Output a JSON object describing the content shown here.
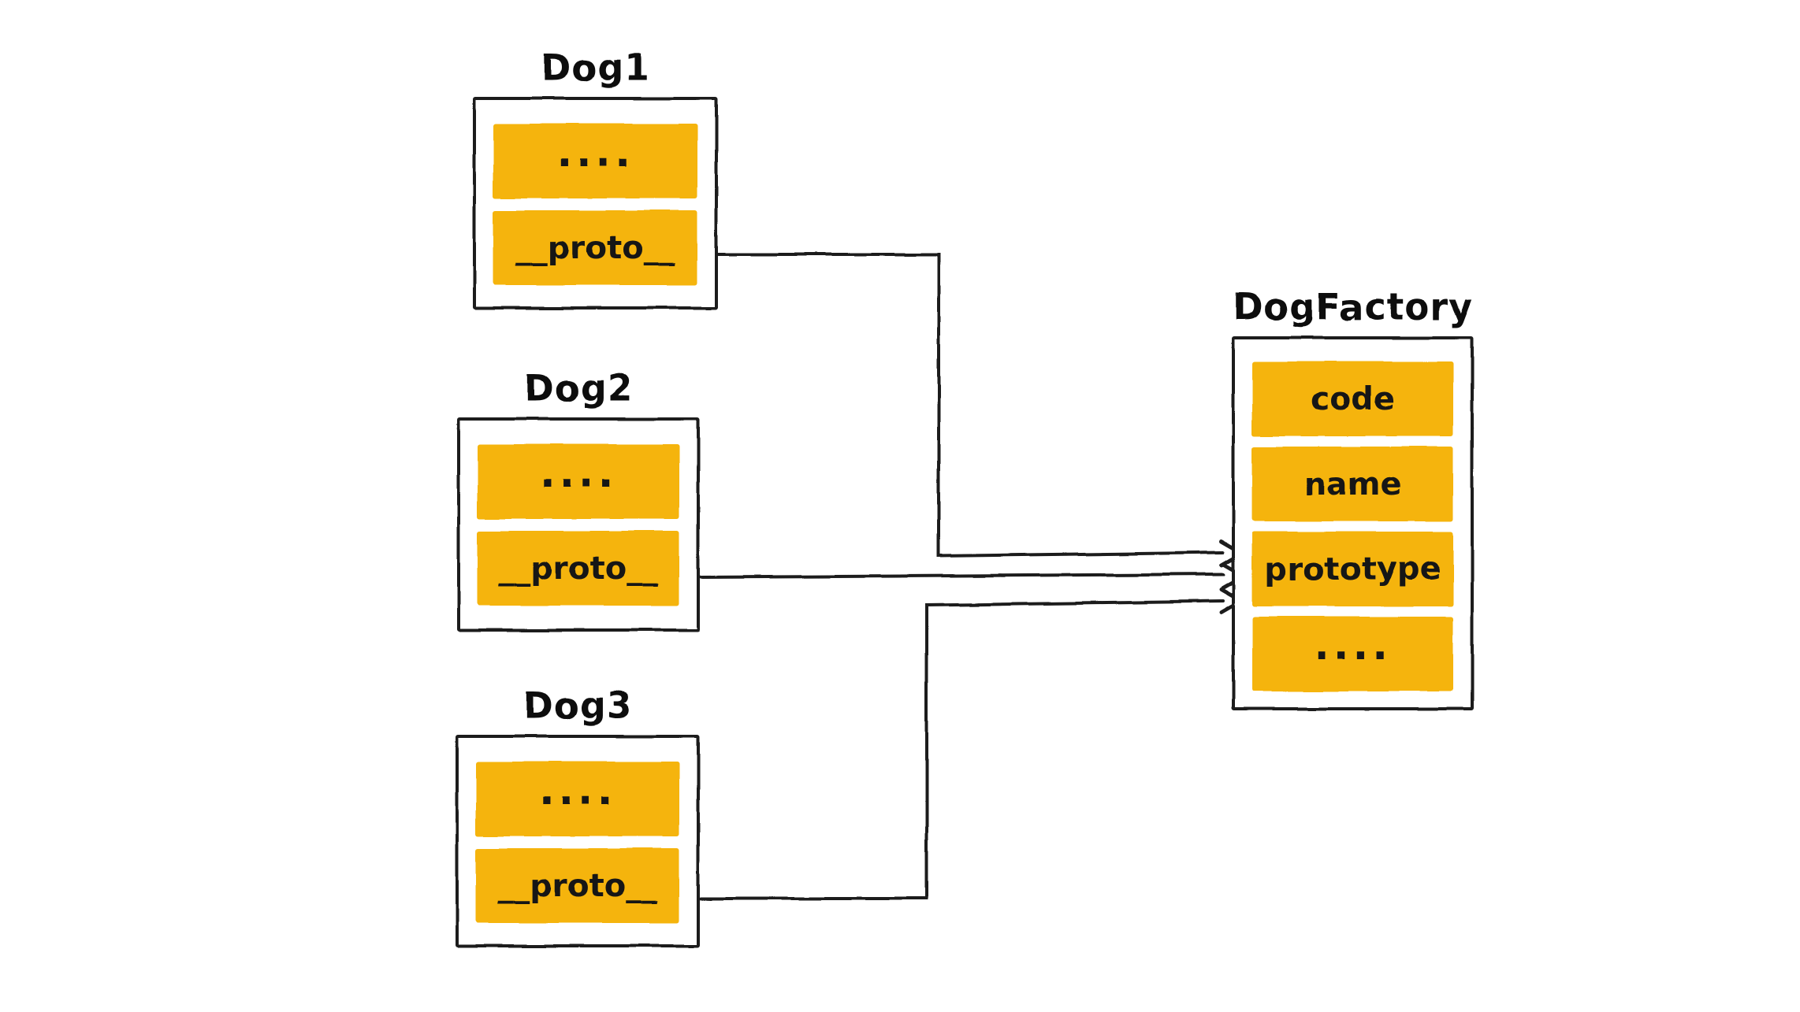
{
  "diagram": {
    "type": "prototype-reference-diagram",
    "background": "#ffffff",
    "stroke_color": "#1b1b1b",
    "cell_fill_color": "#f5b40a",
    "text_color": "#111111"
  },
  "nodes": {
    "dog1": {
      "title": "Dog1",
      "cells": [
        "....",
        "__proto__"
      ]
    },
    "dog2": {
      "title": "Dog2",
      "cells": [
        "....",
        "__proto__"
      ]
    },
    "dog3": {
      "title": "Dog3",
      "cells": [
        "....",
        "__proto__"
      ]
    },
    "dogfactory": {
      "title": "DogFactory",
      "cells": [
        "code",
        "name",
        "prototype",
        "...."
      ]
    }
  },
  "connectors": [
    {
      "from": "Dog1.__proto__",
      "to": "DogFactory.prototype",
      "arrow": "open-chevron"
    },
    {
      "from": "Dog2.__proto__",
      "to": "DogFactory.prototype",
      "arrow": "open-chevron"
    },
    {
      "from": "Dog3.__proto__",
      "to": "DogFactory.prototype",
      "arrow": "open-chevron"
    }
  ]
}
